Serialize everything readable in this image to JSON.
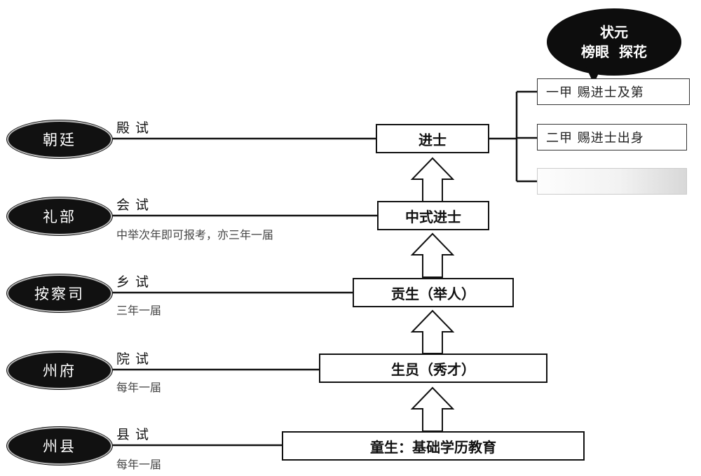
{
  "bubble": {
    "line1": "状元",
    "line2": "榜眼  探花"
  },
  "ranks": {
    "first": "一甲 赐进士及第",
    "second": "二甲 赐进士出身"
  },
  "levels": [
    {
      "authority": "朝廷",
      "exam": "殿试",
      "note": "",
      "result": "进士"
    },
    {
      "authority": "礼部",
      "exam": "会试",
      "note": "中举次年即可报考，亦三年一届",
      "result": "中式进士"
    },
    {
      "authority": "按察司",
      "exam": "乡试",
      "note": "三年一届",
      "result": "贡生（举人）"
    },
    {
      "authority": "州府",
      "exam": "院试",
      "note": "每年一届",
      "result": "生员（秀才）"
    },
    {
      "authority": "州县",
      "exam": "县试",
      "note": "每年一届",
      "result": "童生：基础学历教育"
    }
  ]
}
